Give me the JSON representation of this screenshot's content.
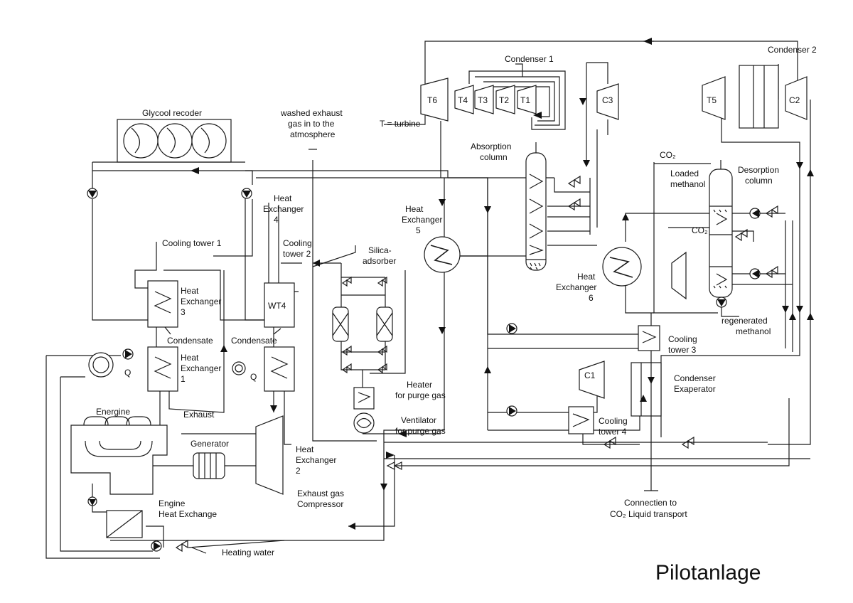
{
  "title": "Pilotanlage",
  "labels": {
    "glycool": "Glycool recoder",
    "washed": [
      "washed exhaust",
      "gas in to the",
      "atmosphere"
    ],
    "turbine_note": "T = turbine",
    "t6": "T6",
    "t4": "T4",
    "t3": "T3",
    "t2": "T2",
    "t1": "T1",
    "c3": "C3",
    "t5": "T5",
    "c2": "C2",
    "c1": "C1",
    "condenser1": "Condenser 1",
    "condenser2": "Condenser 2",
    "absorption": [
      "Absorption",
      "column"
    ],
    "co2_top": "CO₂",
    "loaded": [
      "Loaded",
      "methanol"
    ],
    "desorption": [
      "Desorption",
      "column"
    ],
    "co2_mid": "CO₂",
    "hx4": [
      "Heat",
      "Exchanger",
      "4"
    ],
    "hx5": [
      "Heat",
      "Exchanger",
      "5"
    ],
    "hx6": [
      "Heat",
      "Exchanger",
      "6"
    ],
    "hx3": [
      "Heat",
      "Exchanger",
      "3"
    ],
    "hx1": [
      "Heat",
      "Exchanger",
      "1"
    ],
    "hx2": [
      "Heat",
      "Exchanger",
      "2"
    ],
    "ct1": "Cooling tower 1",
    "ct2": [
      "Cooling",
      "tower 2"
    ],
    "ct3": [
      "Cooling",
      "tower 3"
    ],
    "ct4": [
      "Cooling",
      "tower 4"
    ],
    "silica": [
      "Silica-",
      "adsorber"
    ],
    "wt4": "WT4",
    "condensate1": "Condensate",
    "condensate2": "Condensate",
    "q1": "Q",
    "q2": "Q",
    "energine": "Energine",
    "exhaust": "Exhaust",
    "generator": "Generator",
    "heater": [
      "Heater",
      "for purge gas"
    ],
    "ventilator": [
      "Ventilator",
      "for purge gas"
    ],
    "compressor": [
      "Exhaust gas",
      "Compressor"
    ],
    "engine_hx": [
      "Engine",
      "Heat Exchange"
    ],
    "heating": "Heating water",
    "regenerated": [
      "regenerated",
      "methanol"
    ],
    "cond_evap": [
      "Condenser",
      "Exaperator"
    ],
    "connection": [
      "Connectien to",
      "CO₂ Liquid transport"
    ]
  }
}
